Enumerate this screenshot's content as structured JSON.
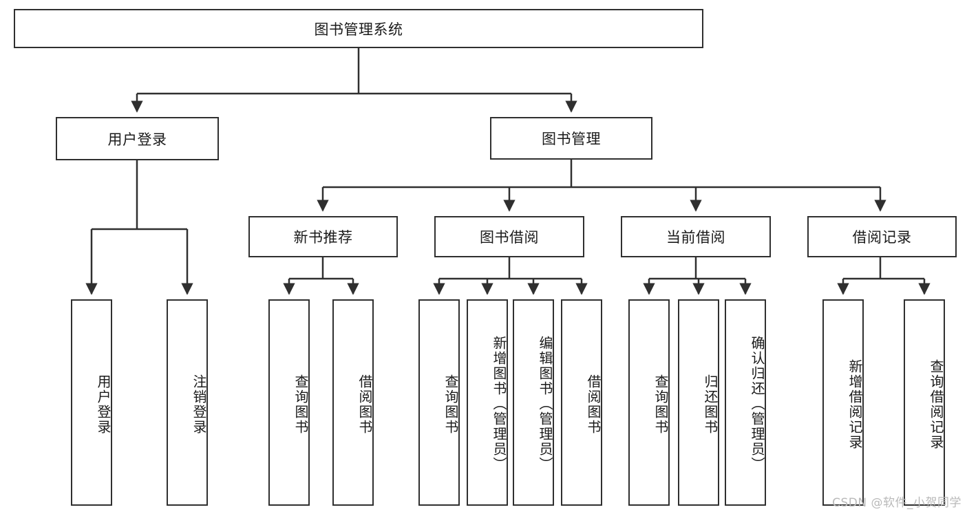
{
  "diagram": {
    "title": "图书管理系统",
    "root": {
      "label": "图书管理系统"
    },
    "level1": [
      {
        "label": "用户登录"
      },
      {
        "label": "图书管理"
      }
    ],
    "level2": [
      {
        "label": "新书推荐"
      },
      {
        "label": "图书借阅"
      },
      {
        "label": "当前借阅"
      },
      {
        "label": "借阅记录"
      }
    ],
    "leaves": {
      "user_login": [
        {
          "label": "用户登录"
        },
        {
          "label": "注销登录"
        }
      ],
      "new_book_recommend": [
        {
          "label": "查询图书"
        },
        {
          "label": "借阅图书"
        }
      ],
      "book_borrow": [
        {
          "label": "查询图书"
        },
        {
          "label": "新增图书（管理员）"
        },
        {
          "label": "编辑图书（管理员）"
        },
        {
          "label": "借阅图书"
        }
      ],
      "current_borrow": [
        {
          "label": "查询图书"
        },
        {
          "label": "归还图书"
        },
        {
          "label": "确认归还（管理员）"
        }
      ],
      "borrow_record": [
        {
          "label": "新增借阅记录"
        },
        {
          "label": "查询借阅记录"
        }
      ]
    }
  },
  "watermark": {
    "text": "CSDN @软件_小贺同学"
  },
  "colors": {
    "border": "#2f2f2f",
    "background": "#ffffff",
    "text": "#1a1a1a",
    "watermark": "#b9b9b9"
  }
}
